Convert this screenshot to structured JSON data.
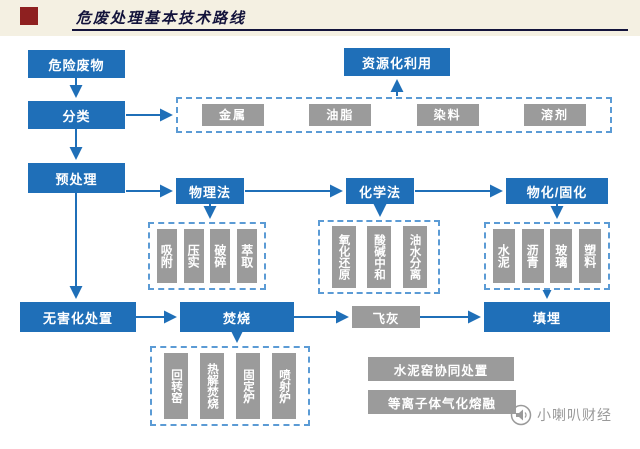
{
  "header": {
    "title": "危废处理基本技术路线"
  },
  "nodes": {
    "hazardous_waste": "危险废物",
    "classification": "分类",
    "resource_utilization": "资源化利用",
    "pretreatment": "预处理",
    "physical_method": "物理法",
    "chemical_method": "化学法",
    "solidification": "物化/固化",
    "harmless_disposal": "无害化处置",
    "incineration": "焚烧",
    "fly_ash": "飞灰",
    "landfill": "填埋"
  },
  "groups": {
    "materials": [
      "金属",
      "油脂",
      "染料",
      "溶剂"
    ],
    "physical": [
      "吸附",
      "压实",
      "破碎",
      "萃取"
    ],
    "chemical": [
      "氧化还原",
      "酸碱中和",
      "油水分离"
    ],
    "solidify": [
      "水泥",
      "沥青",
      "玻璃",
      "塑料"
    ],
    "incinerators": [
      "回转窑",
      "热解焚烧",
      "固定炉",
      "喷射炉"
    ],
    "other_disposal": [
      "水泥窑协同处置",
      "等离子体气化熔融"
    ]
  },
  "watermark": "小喇叭财经",
  "colors": {
    "primary_blue": "#1F6FB8",
    "box_gray": "#9B9B9B",
    "dashed_border": "#5B9BD5",
    "header_bg": "#F4F0E2",
    "accent_red": "#8E2020",
    "title_color": "#13133B"
  }
}
